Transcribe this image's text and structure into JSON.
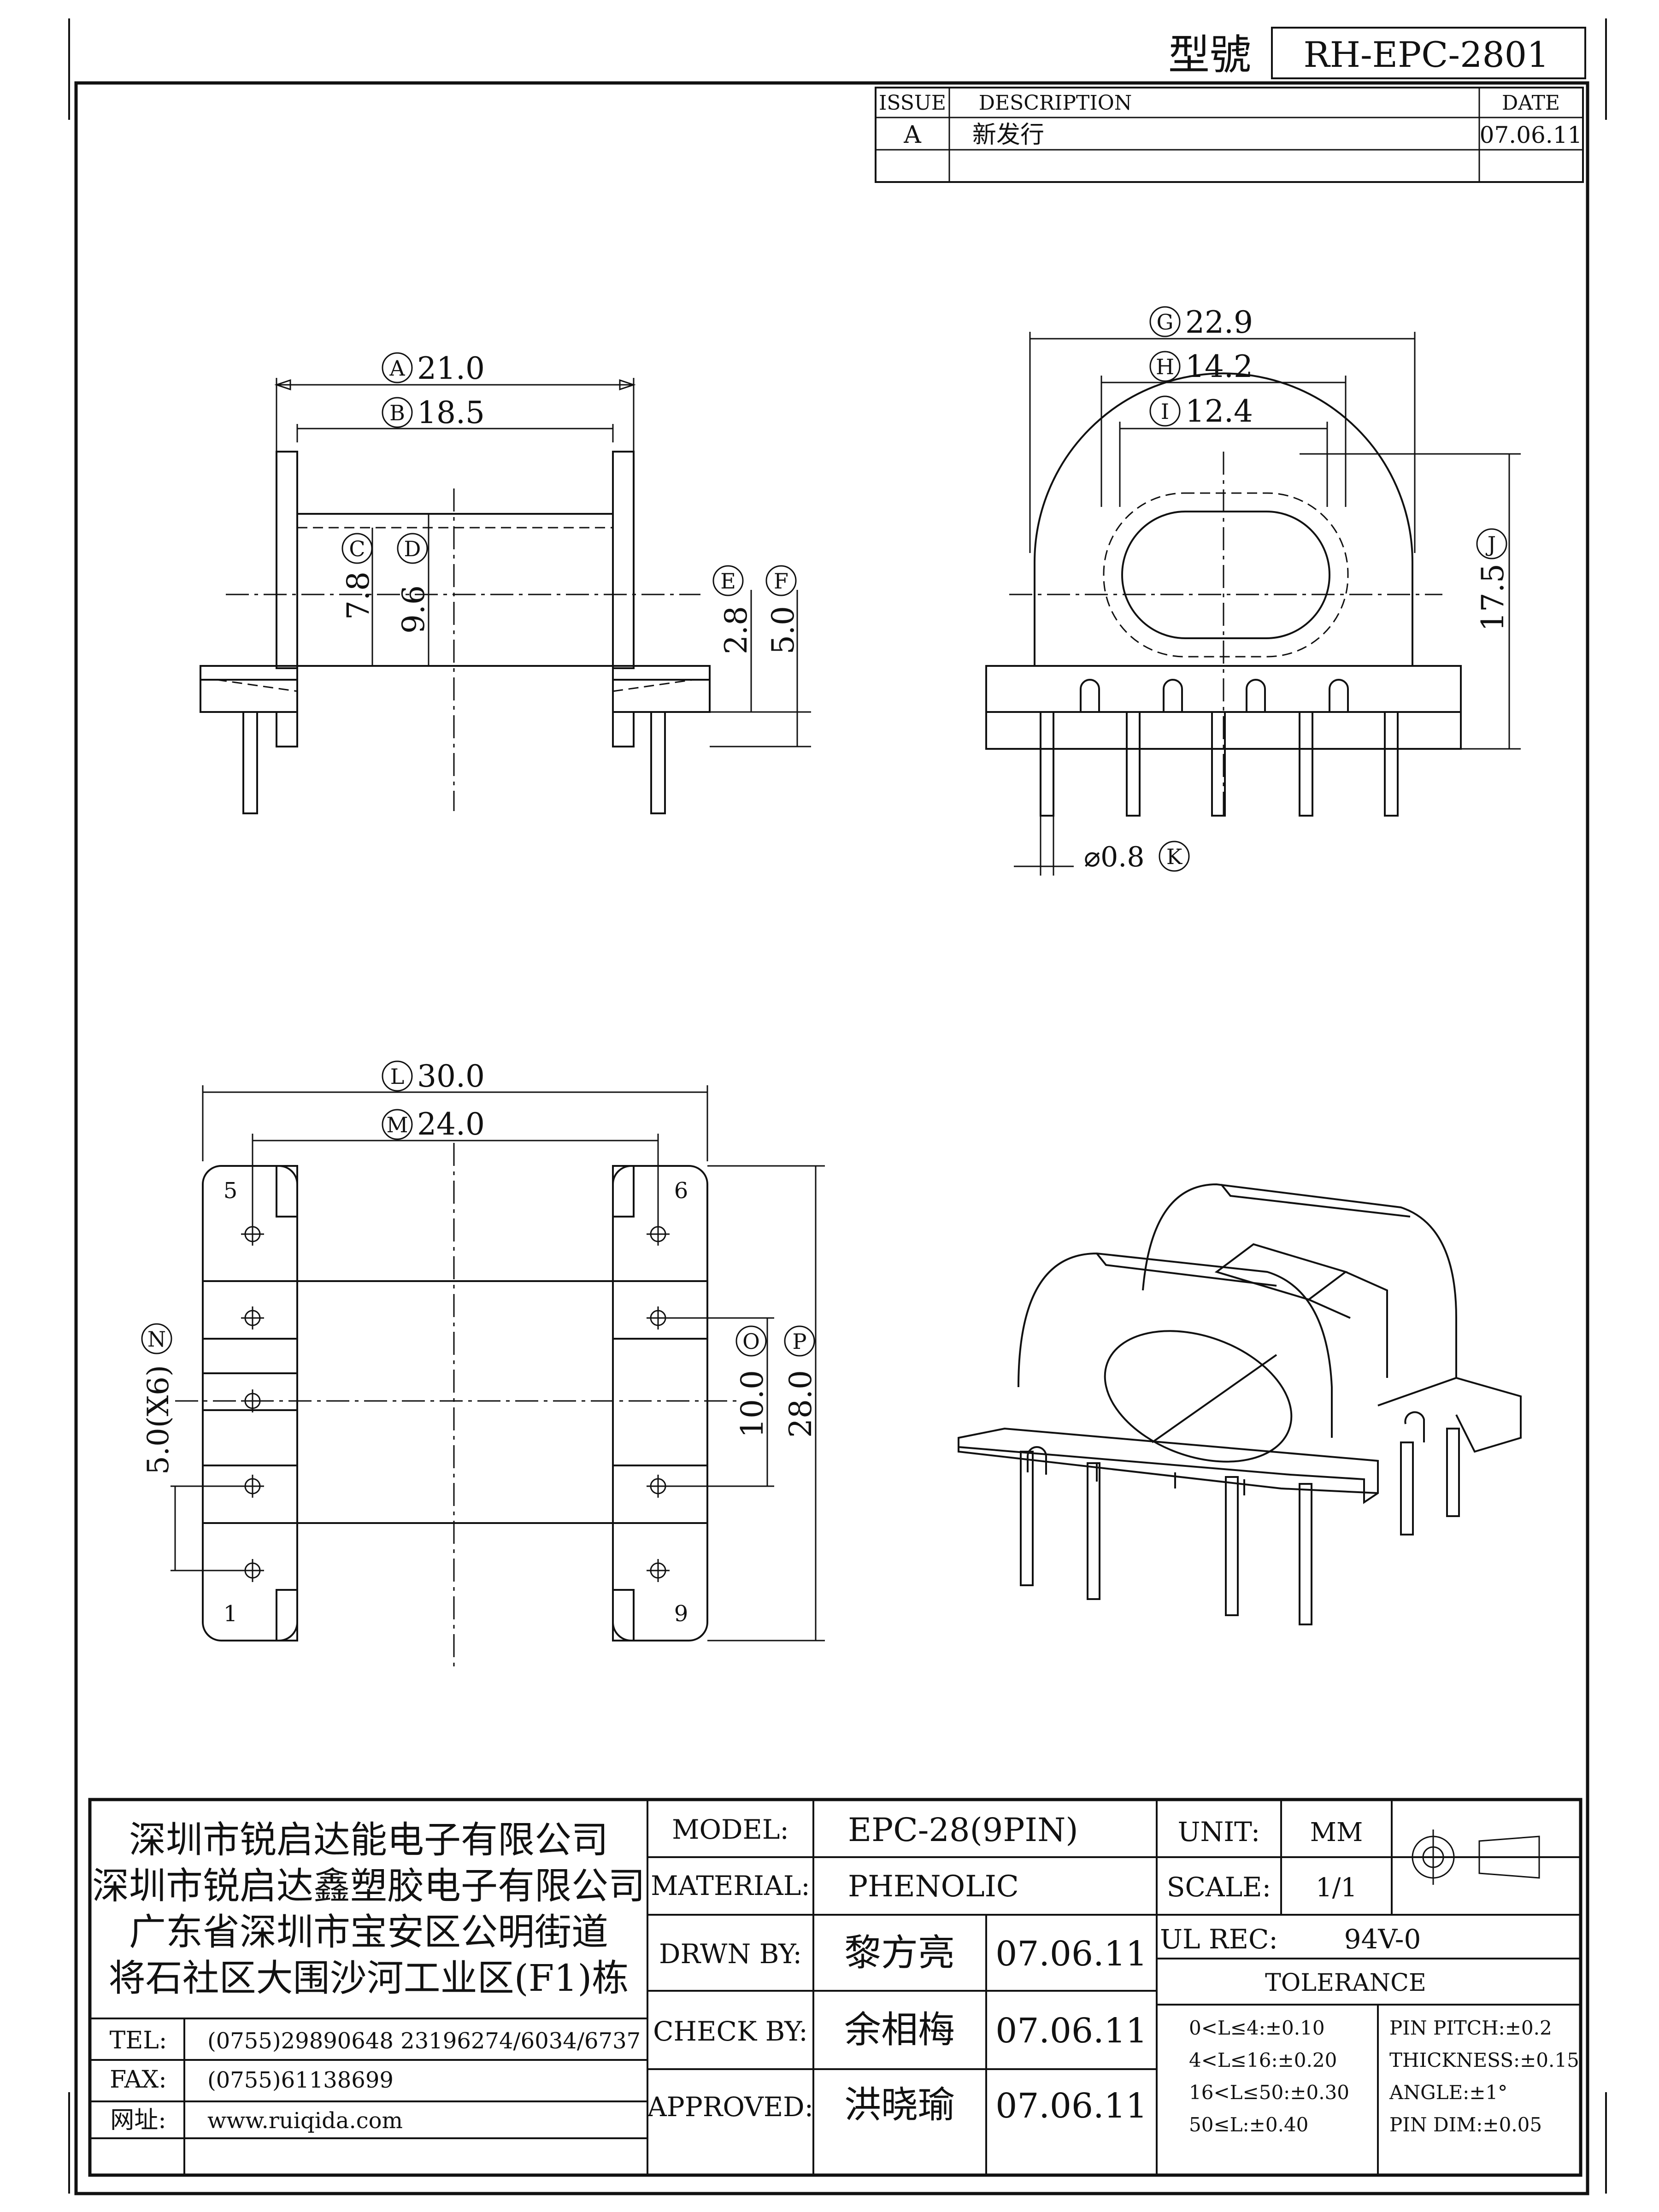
{
  "header": {
    "model_label": "型號",
    "model_number": "RH-EPC-2801"
  },
  "revision": {
    "col_issue": "ISSUE",
    "col_description": "DESCRIPTION",
    "col_date": "DATE",
    "rows": [
      {
        "issue": "A",
        "description": "新发行",
        "date": "07.06.11"
      }
    ]
  },
  "dimensions": {
    "A": "21.0",
    "B": "18.5",
    "C": "7.8",
    "D": "9.6",
    "E": "2.8",
    "F": "5.0",
    "G": "22.9",
    "H": "14.2",
    "I": "12.4",
    "J": "17.5",
    "K": "⌀0.8",
    "L": "30.0",
    "M": "24.0",
    "N": "5.0(X6)",
    "O": "10.0",
    "P": "28.0"
  },
  "pin_numbers": {
    "p5": "5",
    "p6": "6",
    "p1": "1",
    "p9": "9"
  },
  "company": {
    "lines": [
      "深圳市锐启达能电子有限公司",
      "深圳市锐启达鑫塑胶电子有限公司",
      "广东省深圳市宝安区公明街道",
      "将石社区大围沙河工业区(F1)栋"
    ],
    "tel_label": "TEL:",
    "tel_value": "(0755)29890648  23196274/6034/6737",
    "fax_label": "FAX:",
    "fax_value": "(0755)61138699",
    "web_label": "网址:",
    "web_value": "www.ruiqida.com"
  },
  "title_block": {
    "model_label": "MODEL:",
    "model_value": "EPC-28(9PIN)",
    "material_label": "MATERIAL:",
    "material_value": "PHENOLIC",
    "drawn_label": "DRWN BY:",
    "drawn_name": "黎方亮",
    "drawn_date": "07.06.11",
    "check_label": "CHECK BY:",
    "check_name": "余相梅",
    "check_date": "07.06.11",
    "approved_label": "APPROVED:",
    "approved_name": "洪晓瑜",
    "approved_date": "07.06.11",
    "unit_label": "UNIT:",
    "unit_value": "MM",
    "scale_label": "SCALE:",
    "scale_value": "1/1",
    "ul_label": "UL REC:",
    "ul_value": "94V-0",
    "tolerance_label": "TOLERANCE",
    "tolerance_left": [
      "0<L≤4:±0.10",
      "4<L≤16:±0.20",
      "16<L≤50:±0.30",
      "50≤L:±0.40"
    ],
    "tolerance_right": [
      "PIN PITCH:±0.2",
      "THICKNESS:±0.15",
      "ANGLE:±1°",
      "PIN DIM:±0.05"
    ]
  }
}
